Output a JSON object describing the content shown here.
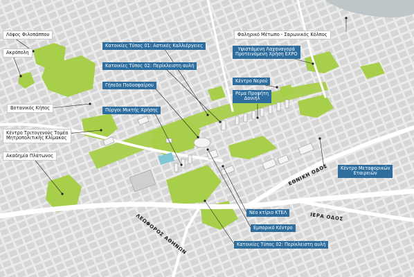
{
  "labels": {
    "lofos": "Λόφος Φιλοπάππου",
    "akropoli": "Ακρόπολη",
    "botanikos": "Βοτανικός Κήπος",
    "kentro_tritogenous": "Κέντρο Τριτογενούς Τομέα\nΜητροπολιτικής Κλίμακας",
    "akadimia": "Ακαδημία Πλάτωνος",
    "typos01": "Κατοικίες Τύπος 01: Αστικές Καλλιέργειες",
    "typos02_top": "Κατοικίες Τύπος 02: Περίκλειστη αυλή",
    "gipedo": "Γήπεδο Ποδοσφαίρου",
    "pyrgoi": "Πύργοι Μικτής Χρήσης",
    "faliriko": "Φαληρικό Μέτωπο - Σαρωνικός Κόλπος",
    "ypsistameni": "Υψιστάμενη Λαχαναγορά\nΠροτεινόμενη Χρήση EXPO",
    "kentro_nerou": "Κέντρο Νερού",
    "rema": "Ρέμα Προφήτη\nΔανιήλ",
    "kentro_metaforikon": "Κέντρο Μεταφορικών\nΕταιρειών",
    "ktel": "Νέο κτίριο ΚΤΕΛ",
    "emporiko": "Εμπορικό Κέντρο",
    "typos02_bottom": "Κατοικίες Τύπος 02: Περίκλειστη αυλή"
  },
  "roads": {
    "ethniki": "ΕΘΝΙΚΗ ΟΔΟΣ",
    "iera": "ΙΕΡΑ ΟΔΟΣ",
    "athinon": "ΛΕΩΦΟΡΟΣ ΑΘΗΝΩΝ"
  },
  "colors": {
    "background": "#ebebeb",
    "green_area": "#a8cf4a",
    "road": "#ffffff",
    "buildings": "#d4d4d4",
    "water": "#bfc6c9",
    "label_blue": "#2d6e9f"
  }
}
